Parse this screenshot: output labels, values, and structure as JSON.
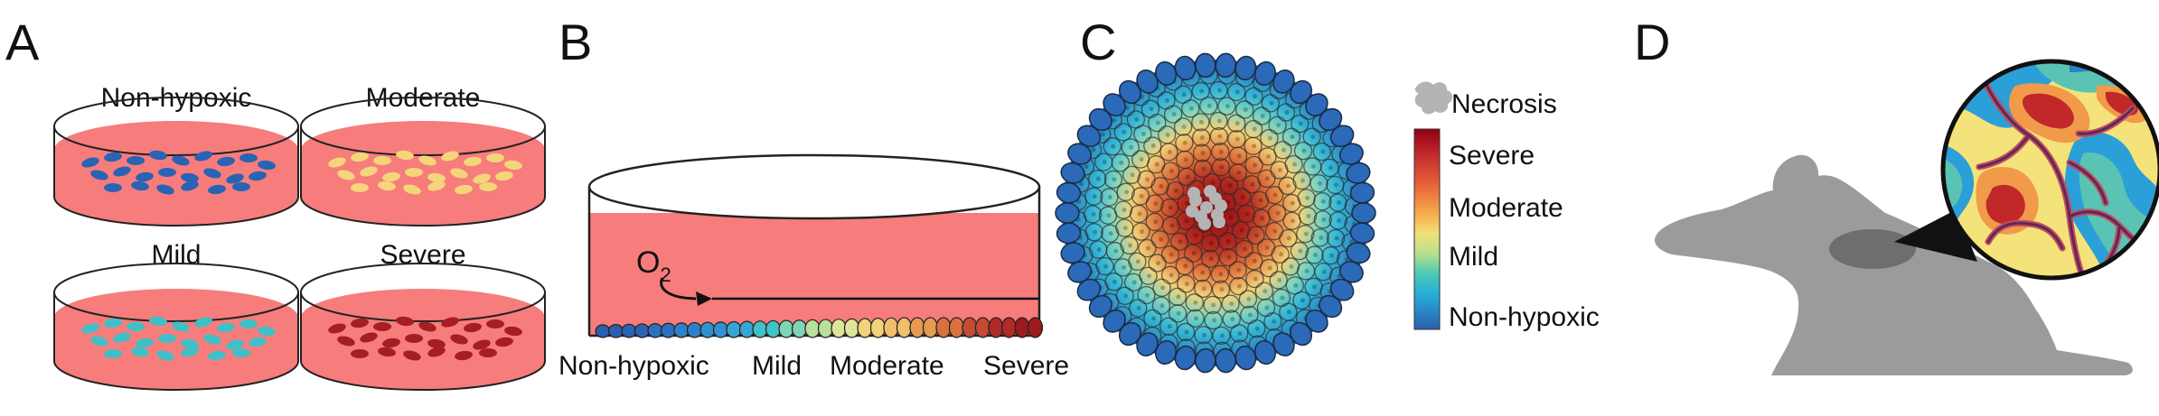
{
  "panels": [
    {
      "letter": "A",
      "dishes": [
        {
          "label": "Non-hypoxic",
          "cell_color": "#2a63b4"
        },
        {
          "label": "Moderate",
          "cell_color": "#f5d57a"
        },
        {
          "label": "Mild",
          "cell_color": "#3fc0c6"
        },
        {
          "label": "Severe",
          "cell_color": "#a51e22"
        }
      ]
    },
    {
      "letter": "B",
      "oxygen": {
        "symbol": "O",
        "subscript": "2"
      },
      "gradient_labels": [
        "Non-hypoxic",
        "Mild",
        "Moderate",
        "Severe"
      ]
    },
    {
      "letter": "C",
      "legend": {
        "necrosis_label": "Necrosis",
        "levels": [
          "Severe",
          "Moderate",
          "Mild",
          "Non-hypoxic"
        ]
      }
    },
    {
      "letter": "D"
    }
  ],
  "colors": {
    "medium": "#f77c7c",
    "necrosis": "#b4b4b4",
    "mouse": "#9b9b9b",
    "tumor": "#6e6e6e",
    "vessel": "#5a2a5e"
  },
  "colorbar": [
    "#a50026",
    "#d73027",
    "#f46d43",
    "#fdae61",
    "#fee08b",
    "#d9ef8b",
    "#66c2a5",
    "#3fb8c8",
    "#2c7fb8",
    "#253494"
  ]
}
